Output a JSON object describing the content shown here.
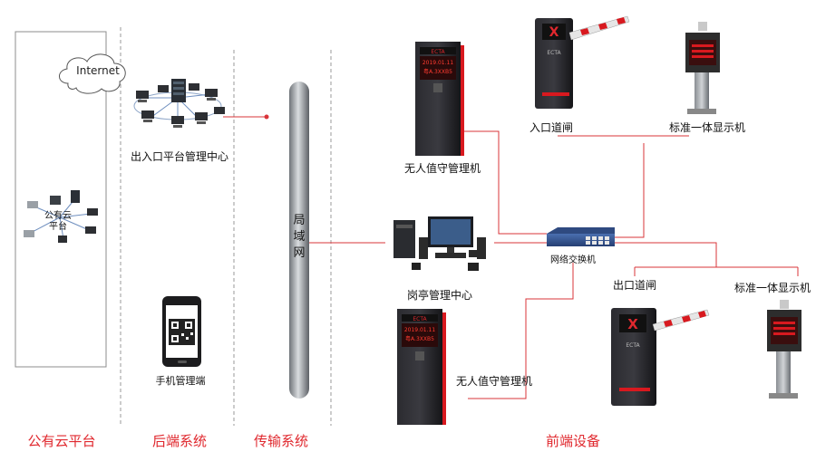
{
  "sections": {
    "cloud": "公有云平台",
    "backend": "后端系统",
    "transport": "传输系统",
    "frontend": "前端设备"
  },
  "cloud_platform": {
    "internet": "Internet",
    "label_line1": "公有云",
    "label_line2": "平台"
  },
  "backend": {
    "center": "出入口平台管理中心",
    "mobile": "手机管理端"
  },
  "transport": {
    "lan_1": "局",
    "lan_2": "域",
    "lan_3": "网"
  },
  "frontend": {
    "kiosk_top": "无人值守管理机",
    "booth": "岗亭管理中心",
    "kiosk_bottom": "无人值守管理机",
    "switch": "网络交换机",
    "entry_gate": "入口道闸",
    "entry_display": "标准一体显示机",
    "exit_gate": "出口道闸",
    "exit_display": "标准一体显示机",
    "kiosk_screen_date": "2019.01.11",
    "kiosk_screen_plate": "粤A.3XXB5",
    "gate_logo": "ECTA"
  },
  "colors": {
    "accent": "#e0282e",
    "line": "#d9343a",
    "divider": "#9a9a9a",
    "device_dark": "#1e1e22",
    "led_red": "#d8191f"
  }
}
